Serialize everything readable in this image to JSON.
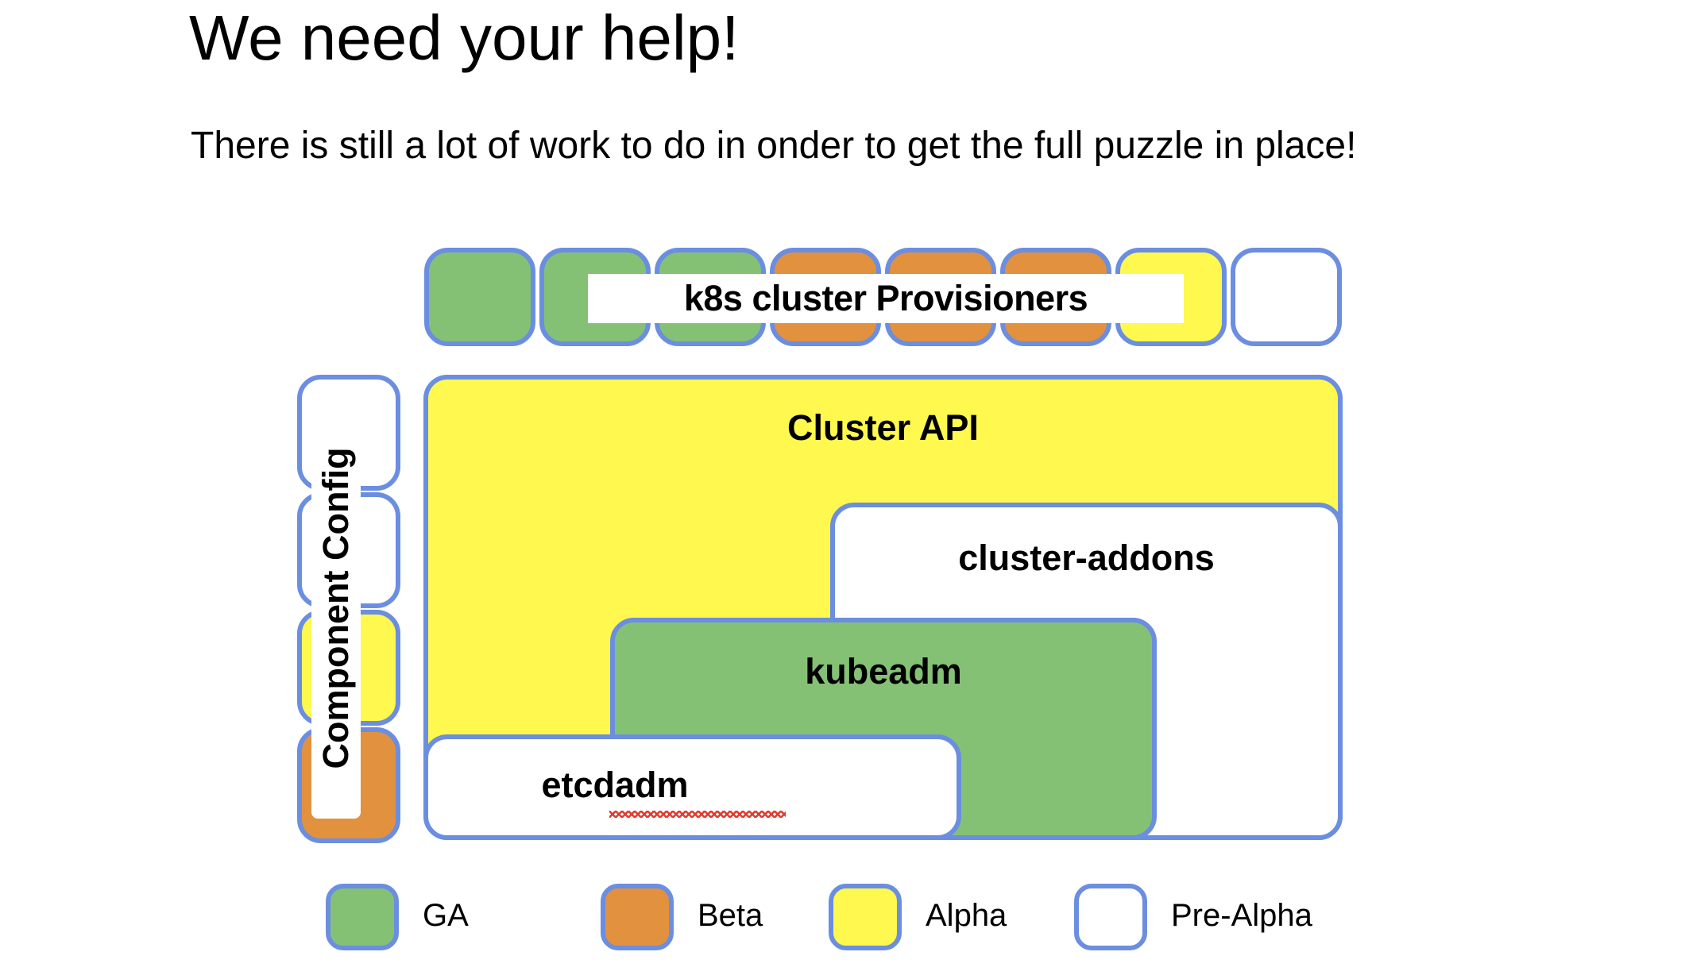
{
  "slide": {
    "title": "We need your help!",
    "subtitle": "There is still a lot of work to do in onder to get the full puzzle in place!"
  },
  "palette": {
    "ga": "#85c175",
    "beta": "#e2913f",
    "alpha": "#fff84f",
    "pre_alpha": "#ffffff",
    "border": "#6b8ee0",
    "spellcheck": "#e03b2f",
    "text": "#000000",
    "background": "#ffffff"
  },
  "provisioners": {
    "label": "k8s cluster Provisioners",
    "boxes": [
      {
        "maturity": "GA"
      },
      {
        "maturity": "GA"
      },
      {
        "maturity": "GA"
      },
      {
        "maturity": "Beta"
      },
      {
        "maturity": "Beta"
      },
      {
        "maturity": "Beta"
      },
      {
        "maturity": "Alpha"
      },
      {
        "maturity": "Pre-Alpha"
      }
    ]
  },
  "component_config": {
    "label": "Component Config",
    "boxes": [
      {
        "maturity": "Pre-Alpha"
      },
      {
        "maturity": "Pre-Alpha"
      },
      {
        "maturity": "Alpha"
      },
      {
        "maturity": "Beta"
      }
    ]
  },
  "stack": {
    "cluster_api": {
      "label": "Cluster API",
      "maturity": "Alpha"
    },
    "cluster_addons": {
      "label": "cluster-addons",
      "maturity": "Pre-Alpha"
    },
    "kubeadm": {
      "label": "kubeadm",
      "maturity": "GA"
    },
    "etcdadm": {
      "label": "etcdadm",
      "maturity": "Pre-Alpha",
      "misspelled": true
    }
  },
  "legend": {
    "items": [
      {
        "label": "GA",
        "maturity": "GA"
      },
      {
        "label": "Beta",
        "maturity": "Beta"
      },
      {
        "label": "Alpha",
        "maturity": "Alpha"
      },
      {
        "label": "Pre-Alpha",
        "maturity": "Pre-Alpha"
      }
    ]
  }
}
